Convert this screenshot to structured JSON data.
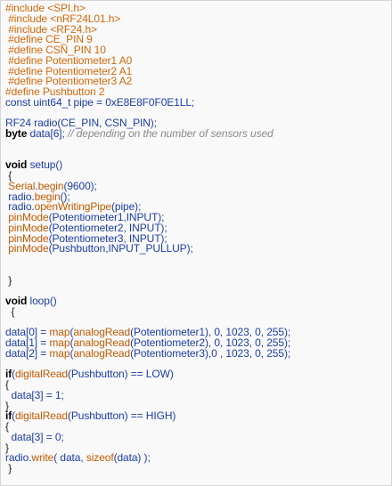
{
  "code_lines": [
    [
      {
        "t": "#include <SPI.h>",
        "c": "pre"
      }
    ],
    [
      {
        "t": " #include <nRF24L01.h>",
        "c": "pre"
      }
    ],
    [
      {
        "t": " #include <RF24.h>",
        "c": "pre"
      }
    ],
    [
      {
        "t": " #define CE_PIN 9",
        "c": "pre"
      }
    ],
    [
      {
        "t": " #define CSN_PIN 10",
        "c": "pre"
      }
    ],
    [
      {
        "t": " #define Potentiometer1 A0",
        "c": "pre"
      }
    ],
    [
      {
        "t": " #define Potentiometer2 A1",
        "c": "pre"
      }
    ],
    [
      {
        "t": " #define Potentiometer3 A2",
        "c": "pre"
      }
    ],
    [
      {
        "t": "#define Pushbutton 2",
        "c": "pre"
      }
    ],
    [
      {
        "t": "const ",
        "c": "ty"
      },
      {
        "t": "uint64_t",
        "c": "ty"
      },
      {
        "t": " pipe = ",
        "c": "txt"
      },
      {
        "t": "0xE8E8F0F0E1LL",
        "c": "num"
      },
      {
        "t": ";",
        "c": "txt"
      }
    ],
    [],
    [
      {
        "t": "RF24",
        "c": "txt"
      },
      {
        "t": " radio(CE_PIN, CSN_PIN);",
        "c": "txt"
      }
    ],
    [
      {
        "t": "byte",
        "c": "kw"
      },
      {
        "t": " data[",
        "c": "txt"
      },
      {
        "t": "6",
        "c": "num"
      },
      {
        "t": "]; ",
        "c": "txt"
      },
      {
        "t": "// depending on the number of sensors used",
        "c": "com"
      }
    ],
    [],
    [],
    [
      {
        "t": "void",
        "c": "kw"
      },
      {
        "t": " ",
        "c": "pl"
      },
      {
        "t": "setup",
        "c": "txt"
      },
      {
        "t": "()",
        "c": "txt"
      }
    ],
    [
      {
        "t": " {",
        "c": "pl"
      }
    ],
    [
      {
        "t": " ",
        "c": "pl"
      },
      {
        "t": "Serial",
        "c": "fn"
      },
      {
        "t": ".",
        "c": "txt"
      },
      {
        "t": "begin",
        "c": "fn"
      },
      {
        "t": "(",
        "c": "txt"
      },
      {
        "t": "9600",
        "c": "num"
      },
      {
        "t": ");",
        "c": "txt"
      }
    ],
    [
      {
        "t": " radio.",
        "c": "txt"
      },
      {
        "t": "begin",
        "c": "fn"
      },
      {
        "t": "();",
        "c": "txt"
      }
    ],
    [
      {
        "t": " radio.",
        "c": "txt"
      },
      {
        "t": "openWritingPipe",
        "c": "fn"
      },
      {
        "t": "(pipe);",
        "c": "txt"
      }
    ],
    [
      {
        "t": " ",
        "c": "pl"
      },
      {
        "t": "pinMode",
        "c": "fn"
      },
      {
        "t": "(Potentiometer1,INPUT);",
        "c": "txt"
      }
    ],
    [
      {
        "t": " ",
        "c": "pl"
      },
      {
        "t": "pinMode",
        "c": "fn"
      },
      {
        "t": "(Potentiometer2, INPUT);",
        "c": "txt"
      }
    ],
    [
      {
        "t": " ",
        "c": "pl"
      },
      {
        "t": "pinMode",
        "c": "fn"
      },
      {
        "t": "(Potentiometer3, INPUT);",
        "c": "txt"
      }
    ],
    [
      {
        "t": " ",
        "c": "pl"
      },
      {
        "t": "pinMode",
        "c": "fn"
      },
      {
        "t": "(Pushbutton,INPUT_PULLUP);",
        "c": "txt"
      }
    ],
    [],
    [],
    [
      {
        "t": " }",
        "c": "pl"
      }
    ],
    [],
    [
      {
        "t": "void",
        "c": "kw"
      },
      {
        "t": " ",
        "c": "pl"
      },
      {
        "t": "loop",
        "c": "txt"
      },
      {
        "t": "()",
        "c": "txt"
      }
    ],
    [
      {
        "t": "  {",
        "c": "pl"
      }
    ],
    [],
    [
      {
        "t": "data[",
        "c": "txt"
      },
      {
        "t": "0",
        "c": "num"
      },
      {
        "t": "] = ",
        "c": "txt"
      },
      {
        "t": "map",
        "c": "fn"
      },
      {
        "t": "(",
        "c": "txt"
      },
      {
        "t": "analogRead",
        "c": "fn"
      },
      {
        "t": "(Potentiometer1), ",
        "c": "txt"
      },
      {
        "t": "0",
        "c": "num"
      },
      {
        "t": ", ",
        "c": "txt"
      },
      {
        "t": "1023",
        "c": "num"
      },
      {
        "t": ", ",
        "c": "txt"
      },
      {
        "t": "0",
        "c": "num"
      },
      {
        "t": ", ",
        "c": "txt"
      },
      {
        "t": "255",
        "c": "num"
      },
      {
        "t": ");",
        "c": "txt"
      }
    ],
    [
      {
        "t": "data[",
        "c": "txt"
      },
      {
        "t": "1",
        "c": "num"
      },
      {
        "t": "] = ",
        "c": "txt"
      },
      {
        "t": "map",
        "c": "fn"
      },
      {
        "t": "(",
        "c": "txt"
      },
      {
        "t": "analogRead",
        "c": "fn"
      },
      {
        "t": "(Potentiometer2), ",
        "c": "txt"
      },
      {
        "t": "0",
        "c": "num"
      },
      {
        "t": ", ",
        "c": "txt"
      },
      {
        "t": "1023",
        "c": "num"
      },
      {
        "t": ", ",
        "c": "txt"
      },
      {
        "t": "0",
        "c": "num"
      },
      {
        "t": ", ",
        "c": "txt"
      },
      {
        "t": "255",
        "c": "num"
      },
      {
        "t": ");",
        "c": "txt"
      }
    ],
    [
      {
        "t": "data[",
        "c": "txt"
      },
      {
        "t": "2",
        "c": "num"
      },
      {
        "t": "] = ",
        "c": "txt"
      },
      {
        "t": "map",
        "c": "fn"
      },
      {
        "t": "(",
        "c": "txt"
      },
      {
        "t": "analogRead",
        "c": "fn"
      },
      {
        "t": "(Potentiometer3),",
        "c": "txt"
      },
      {
        "t": "0",
        "c": "num"
      },
      {
        "t": " , ",
        "c": "txt"
      },
      {
        "t": "1023",
        "c": "num"
      },
      {
        "t": ", ",
        "c": "txt"
      },
      {
        "t": "0",
        "c": "num"
      },
      {
        "t": ", ",
        "c": "txt"
      },
      {
        "t": "255",
        "c": "num"
      },
      {
        "t": ");",
        "c": "txt"
      }
    ],
    [],
    [
      {
        "t": "if",
        "c": "kw"
      },
      {
        "t": "(",
        "c": "txt"
      },
      {
        "t": "digitalRead",
        "c": "fn"
      },
      {
        "t": "(Pushbutton) == LOW)",
        "c": "txt"
      }
    ],
    [
      {
        "t": "{",
        "c": "pl"
      }
    ],
    [
      {
        "t": "  data[",
        "c": "txt"
      },
      {
        "t": "3",
        "c": "num"
      },
      {
        "t": "] = ",
        "c": "txt"
      },
      {
        "t": "1",
        "c": "num"
      },
      {
        "t": ";",
        "c": "txt"
      }
    ],
    [
      {
        "t": "}",
        "c": "pl"
      }
    ],
    [
      {
        "t": "if",
        "c": "kw"
      },
      {
        "t": "(",
        "c": "txt"
      },
      {
        "t": "digitalRead",
        "c": "fn"
      },
      {
        "t": "(Pushbutton) == HIGH)",
        "c": "txt"
      }
    ],
    [
      {
        "t": "{",
        "c": "pl"
      }
    ],
    [
      {
        "t": "  data[",
        "c": "txt"
      },
      {
        "t": "3",
        "c": "num"
      },
      {
        "t": "] = ",
        "c": "txt"
      },
      {
        "t": "0",
        "c": "num"
      },
      {
        "t": ";",
        "c": "txt"
      }
    ],
    [
      {
        "t": "}",
        "c": "pl"
      }
    ],
    [
      {
        "t": "radio.",
        "c": "txt"
      },
      {
        "t": "write",
        "c": "fn"
      },
      {
        "t": "( data, ",
        "c": "txt"
      },
      {
        "t": "sizeof",
        "c": "fn"
      },
      {
        "t": "(data) );",
        "c": "txt"
      }
    ],
    [
      {
        "t": " }",
        "c": "pl"
      }
    ]
  ]
}
